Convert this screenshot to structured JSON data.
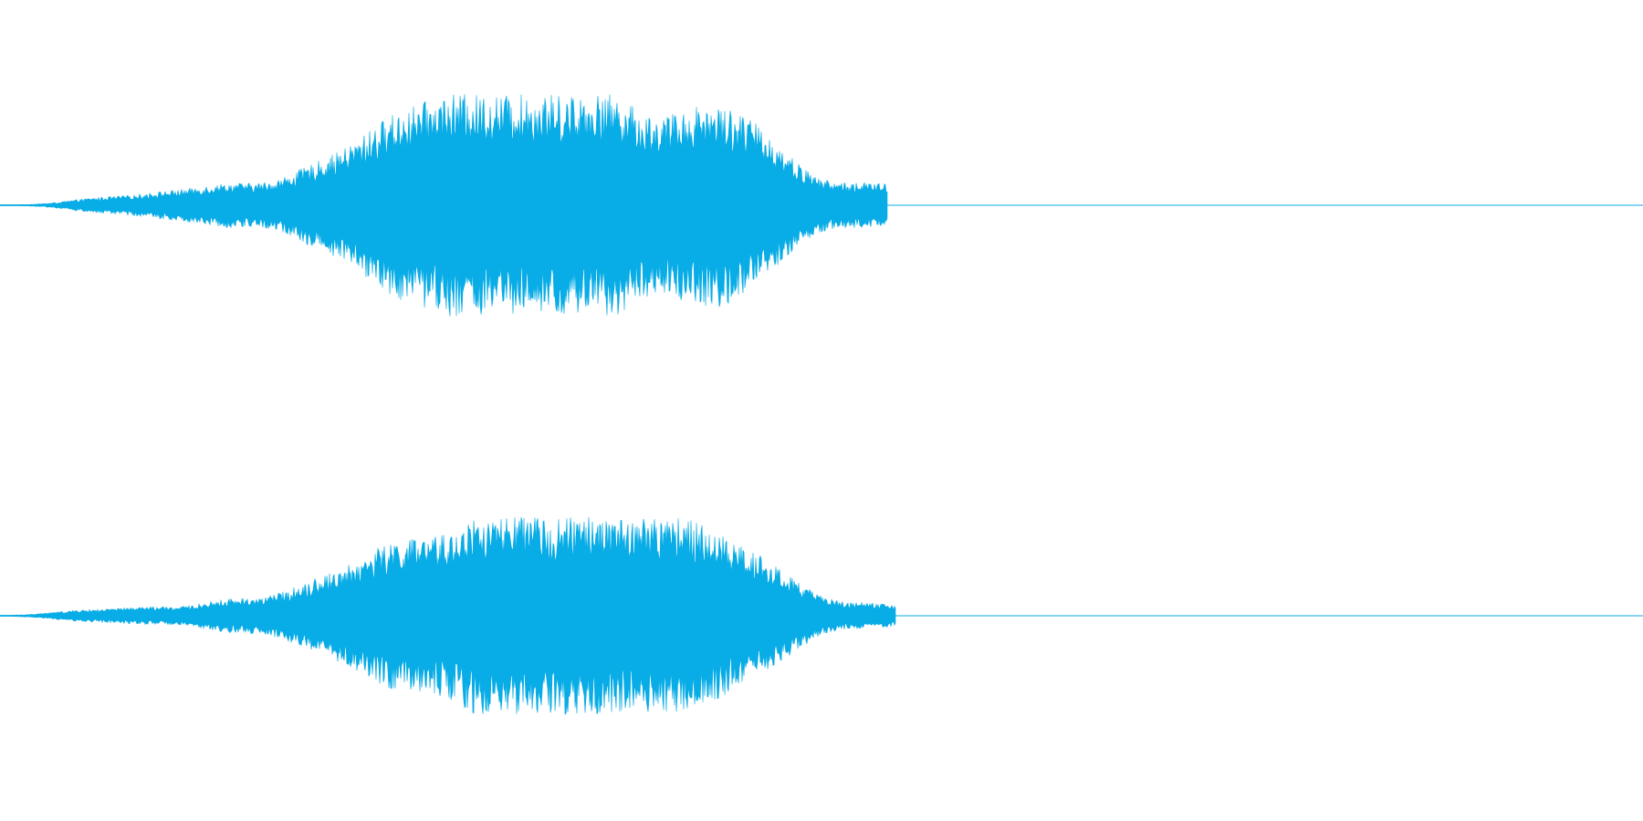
{
  "waveform": {
    "color": "#08ace6",
    "background": "#ffffff",
    "channels": [
      {
        "name": "",
        "envelope": {
          "active_fraction": 0.54,
          "bursts": [
            {
              "t": 0.06,
              "amp": 0.06
            },
            {
              "t": 0.1,
              "amp": 0.1
            },
            {
              "t": 0.14,
              "amp": 0.18
            },
            {
              "t": 0.19,
              "amp": 0.28
            },
            {
              "t": 0.24,
              "amp": 0.72
            },
            {
              "t": 0.29,
              "amp": 0.8
            },
            {
              "t": 0.33,
              "amp": 1.0
            },
            {
              "t": 0.37,
              "amp": 0.7
            },
            {
              "t": 0.43,
              "amp": 0.86
            },
            {
              "t": 0.47,
              "amp": 0.35
            },
            {
              "t": 0.52,
              "amp": 0.15
            },
            {
              "t": 0.55,
              "amp": 0.12
            },
            {
              "t": 0.6,
              "amp": 0.08
            },
            {
              "t": 0.64,
              "amp": 0.08
            },
            {
              "t": 0.7,
              "amp": 0.04
            },
            {
              "t": 0.73,
              "amp": 0.03
            }
          ]
        }
      },
      {
        "name": "",
        "envelope": {
          "active_fraction": 0.545,
          "bursts": [
            {
              "t": 0.05,
              "amp": 0.05
            },
            {
              "t": 0.09,
              "amp": 0.08
            },
            {
              "t": 0.14,
              "amp": 0.16
            },
            {
              "t": 0.19,
              "amp": 0.28
            },
            {
              "t": 0.24,
              "amp": 0.7
            },
            {
              "t": 0.29,
              "amp": 0.6
            },
            {
              "t": 0.33,
              "amp": 1.0
            },
            {
              "t": 0.37,
              "amp": 0.75
            },
            {
              "t": 0.41,
              "amp": 0.78
            },
            {
              "t": 0.45,
              "amp": 0.45
            },
            {
              "t": 0.48,
              "amp": 0.22
            },
            {
              "t": 0.53,
              "amp": 0.12
            },
            {
              "t": 0.58,
              "amp": 0.07
            },
            {
              "t": 0.64,
              "amp": 0.06
            },
            {
              "t": 0.7,
              "amp": 0.03
            }
          ]
        }
      }
    ]
  }
}
